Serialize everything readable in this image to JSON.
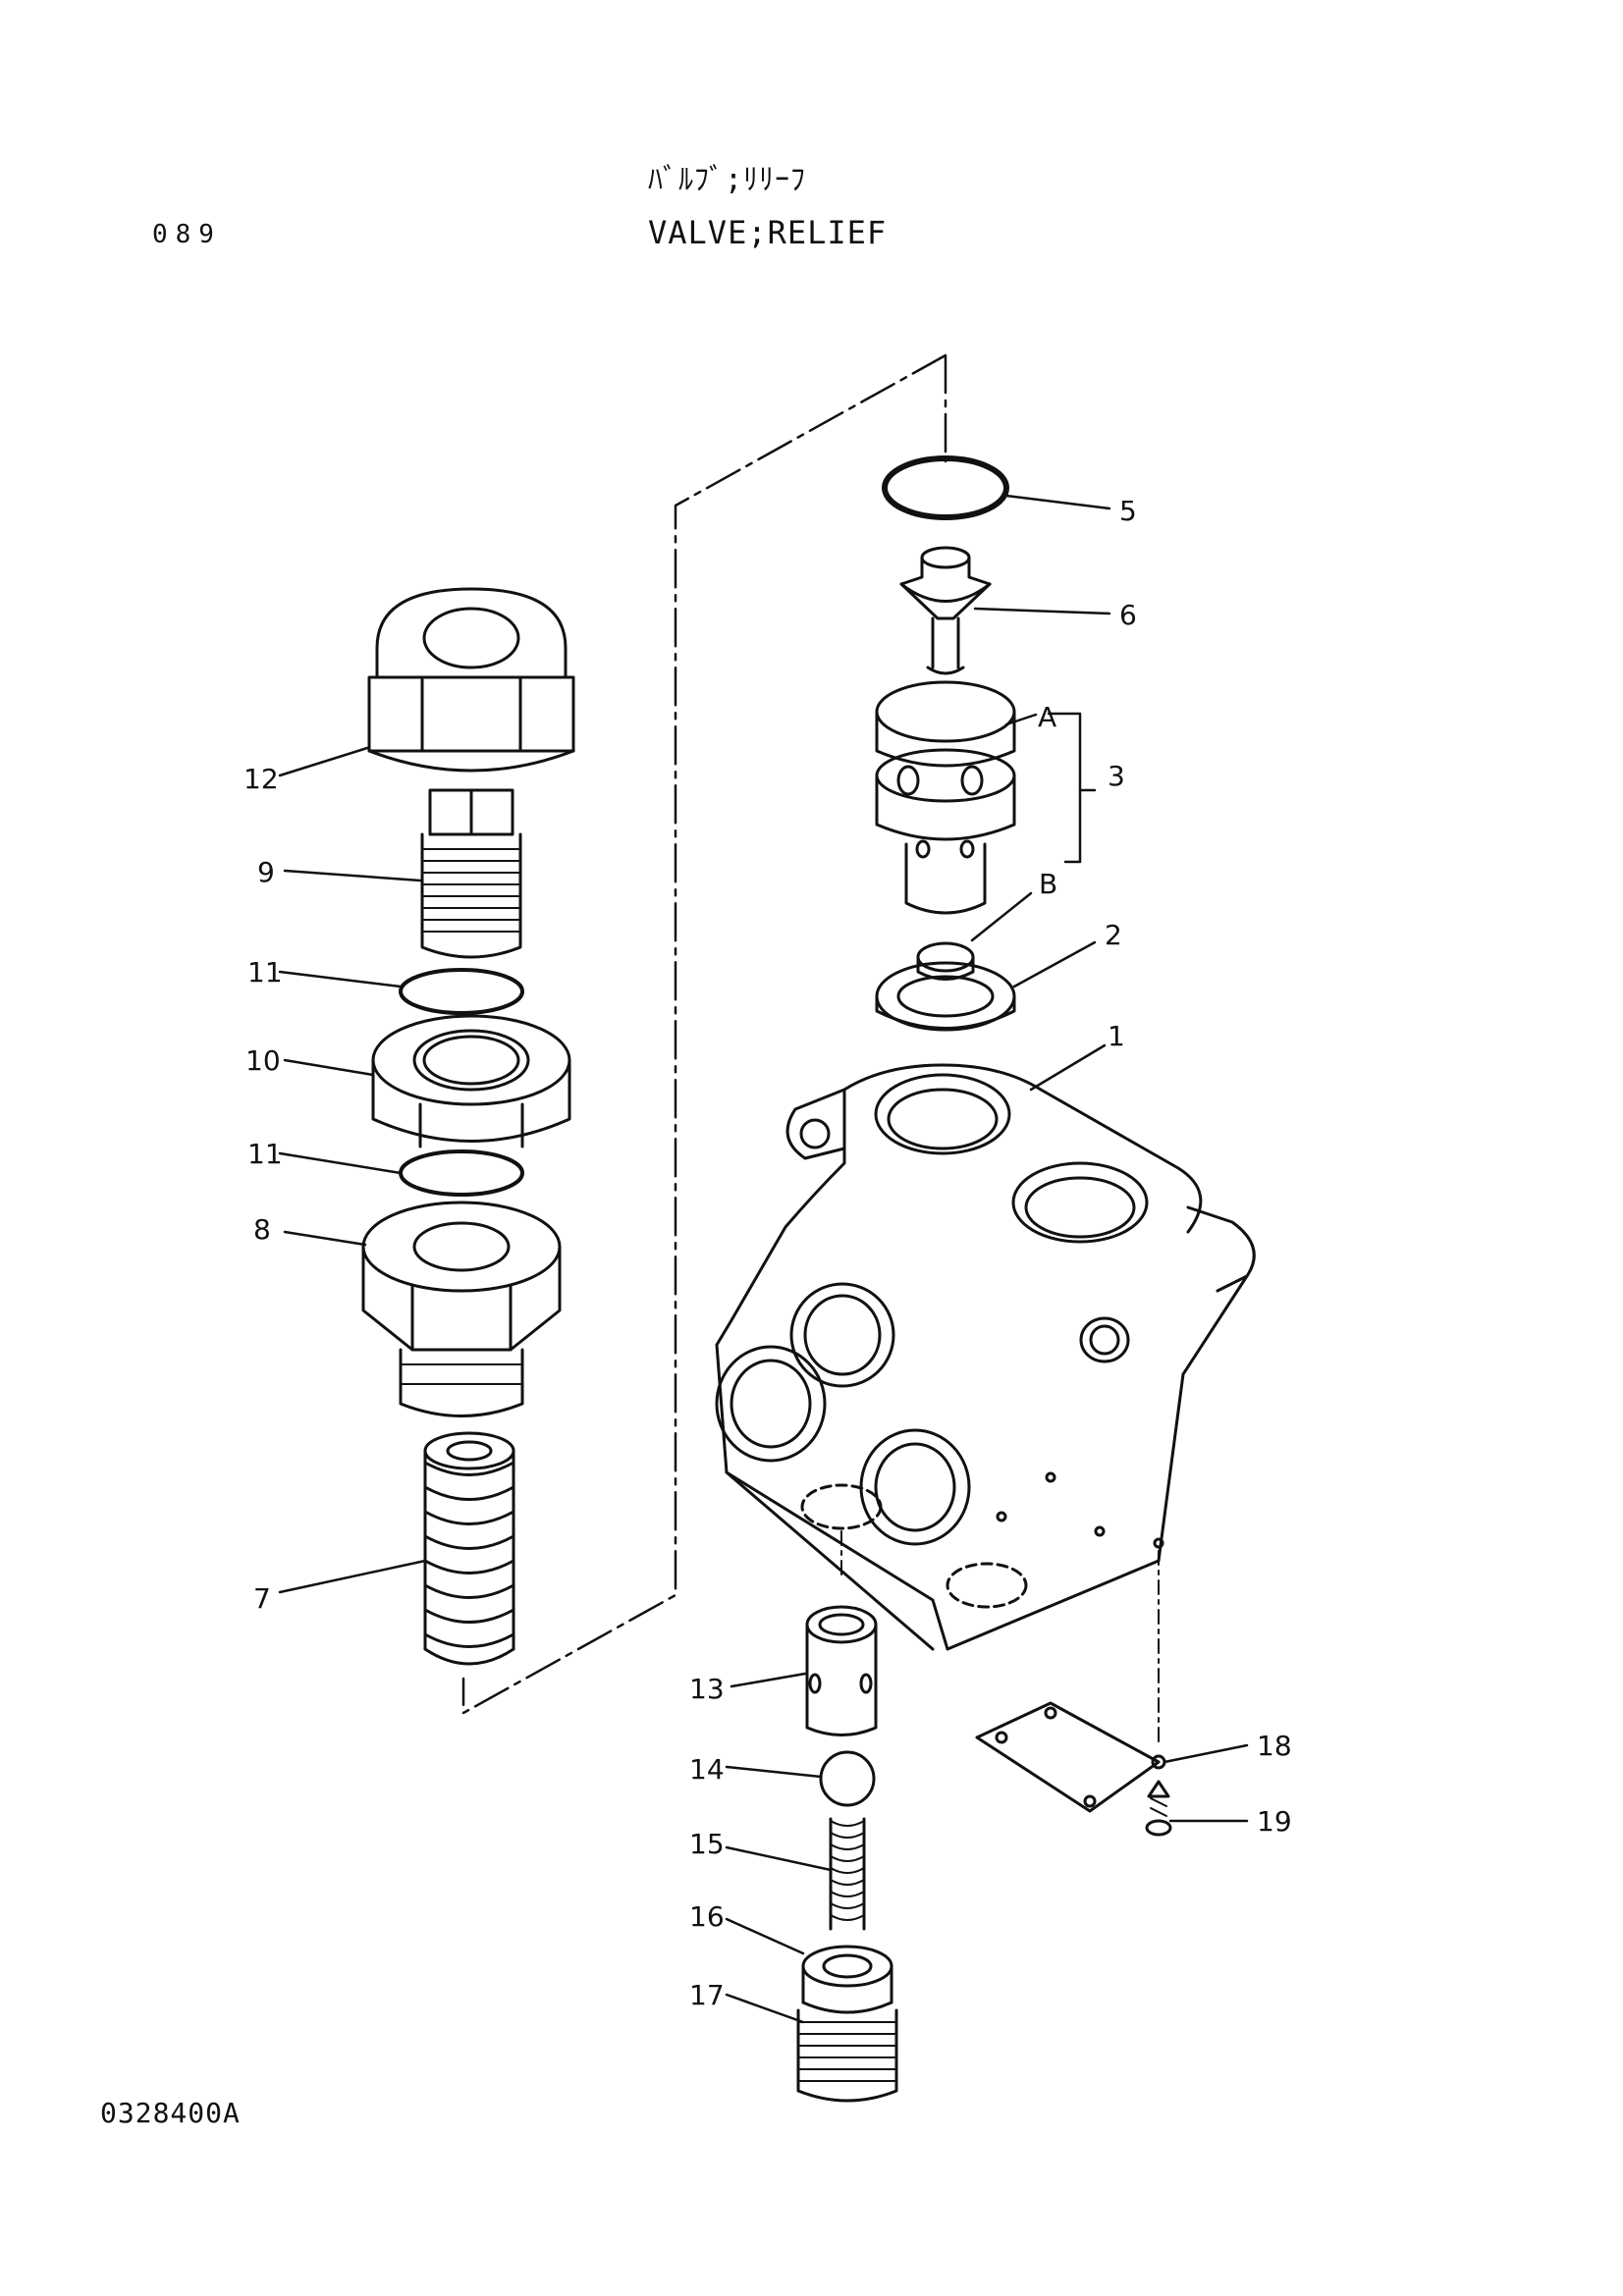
{
  "header": {
    "title_jp": "ﾊﾞﾙﾌﾞ;ﾘﾘｰﾌ",
    "title_en": "VALVE;RELIEF",
    "page_number": "089"
  },
  "footer": {
    "drawing_number": "0328400A"
  },
  "callouts": {
    "c1": "1",
    "c2": "2",
    "c3": "3",
    "cA": "A",
    "cB": "B",
    "c5": "5",
    "c6": "6",
    "c7": "7",
    "c8": "8",
    "c9": "9",
    "c10": "10",
    "c11a": "11",
    "c11b": "11",
    "c12": "12",
    "c13": "13",
    "c14": "14",
    "c15": "15",
    "c16": "16",
    "c17": "17",
    "c18": "18",
    "c19": "19"
  }
}
